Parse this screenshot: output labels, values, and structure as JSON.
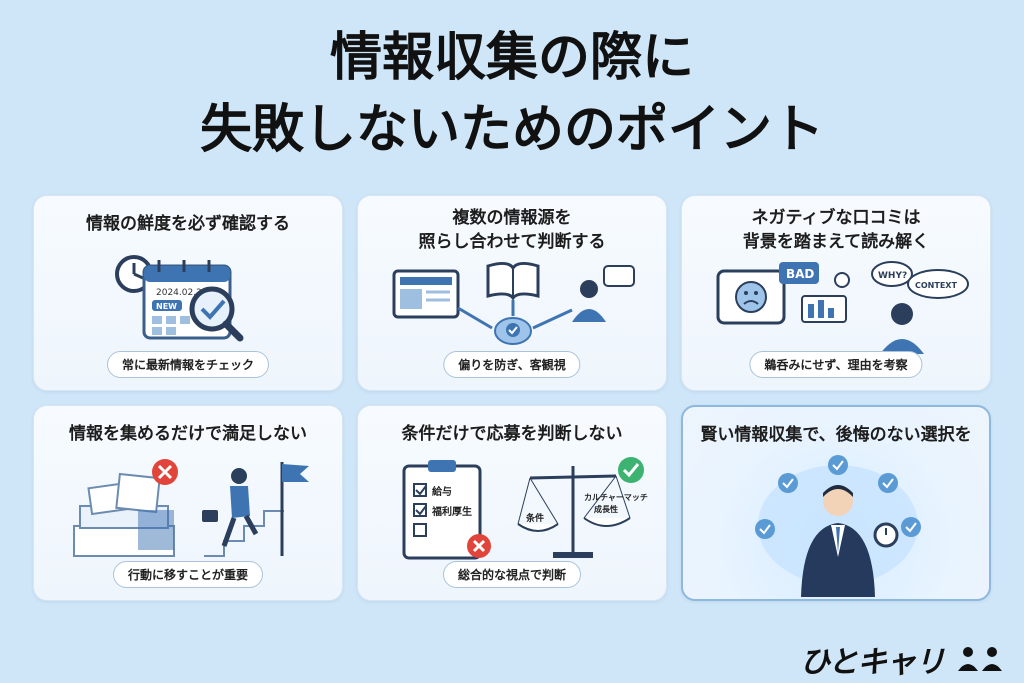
{
  "title": {
    "line1": "情報収集の際に",
    "line2": "失敗しないためのポイント"
  },
  "cards": [
    {
      "title": "情報の鮮度を必ず確認する",
      "note": "常に最新情報をチェック",
      "calendar_date": "2024.02.20",
      "calendar_badge": "NEW",
      "icons": [
        "clock-icon",
        "calendar-icon",
        "magnifier-check-icon"
      ]
    },
    {
      "title_line1": "複数の情報源を",
      "title_line2": "照らし合わせて判断する",
      "note": "偏りを防ぎ、客観視",
      "icons": [
        "tablet-icon",
        "book-icon",
        "person-icon",
        "brain-check-icon"
      ]
    },
    {
      "title_line1": "ネガティブな口コミは",
      "title_line2": "背景を踏まえて読み解く",
      "note": "鵜呑みにせず、理由を考察",
      "bubble_bad": "BAD",
      "bubble_why": "WHY?",
      "bubble_context": "CONTEXT",
      "icons": [
        "sad-face-icon",
        "office-icon",
        "thinking-person-icon"
      ]
    },
    {
      "title": "情報を集めるだけで満足しない",
      "note": "行動に移すことが重要",
      "icons": [
        "paper-pile-icon",
        "cross-icon",
        "climbing-person-icon",
        "flag-icon"
      ]
    },
    {
      "title": "条件だけで応募を判断しない",
      "note": "総合的な視点で判断",
      "checklist": [
        "給与",
        "福利厚生"
      ],
      "scale_left": "条件",
      "scale_right_line1": "カルチャーマッチ",
      "scale_right_line2": "成長性",
      "icons": [
        "clipboard-icon",
        "cross-icon",
        "scale-icon",
        "check-icon"
      ]
    },
    {
      "title": "賢い情報収集で、後悔のない選択を",
      "icons": [
        "businessman-icon",
        "stopwatch-icon",
        "check-circle-icon"
      ]
    }
  ],
  "logo": {
    "text": "ひとキャリ",
    "icon": "people-icon"
  },
  "colors": {
    "background": "#cfe6f8",
    "card": "#f5f9fe",
    "accent_blue": "#2f6db0",
    "check_green": "#3cb371",
    "cross_red": "#e0443a"
  }
}
